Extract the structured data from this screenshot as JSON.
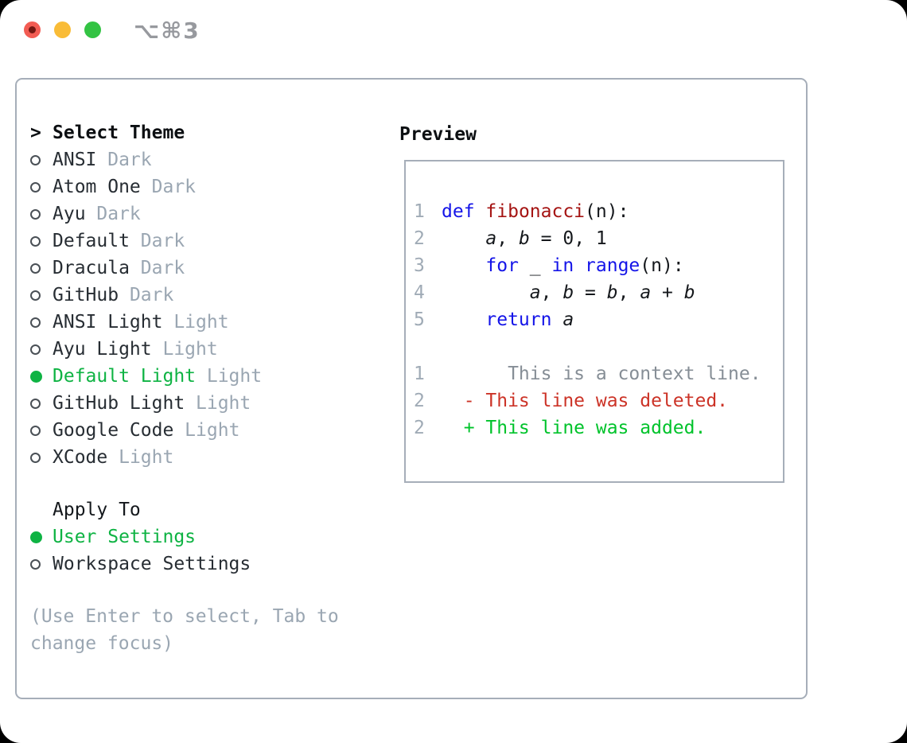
{
  "window": {
    "shortcut": "⌥⌘3"
  },
  "colors": {
    "border": "#a6aeb9",
    "green": "#0eb343",
    "muted": "#9aa6b2",
    "line_number": "#a0abb6",
    "keyword_blue": "#1414e8",
    "function_red": "#a51413",
    "diff_deleted_red": "#cc3327",
    "diff_added_green": "#00c32b",
    "diff_context_gray": "#868e96",
    "traffic_red": "#f25c53",
    "traffic_yellow": "#f9bc37",
    "traffic_green": "#33c343"
  },
  "theme_selector": {
    "pointer": ">",
    "header": "Select Theme",
    "items": [
      {
        "name": "ANSI",
        "variant": "Dark",
        "selected": false
      },
      {
        "name": "Atom One",
        "variant": "Dark",
        "selected": false
      },
      {
        "name": "Ayu",
        "variant": "Dark",
        "selected": false
      },
      {
        "name": "Default",
        "variant": "Dark",
        "selected": false
      },
      {
        "name": "Dracula",
        "variant": "Dark",
        "selected": false
      },
      {
        "name": "GitHub",
        "variant": "Dark",
        "selected": false
      },
      {
        "name": "ANSI Light",
        "variant": "Light",
        "selected": false
      },
      {
        "name": "Ayu Light",
        "variant": "Light",
        "selected": false
      },
      {
        "name": "Default Light",
        "variant": "Light",
        "selected": true
      },
      {
        "name": "GitHub Light",
        "variant": "Light",
        "selected": false
      },
      {
        "name": "Google Code",
        "variant": "Light",
        "selected": false
      },
      {
        "name": "XCode",
        "variant": "Light",
        "selected": false
      }
    ]
  },
  "apply_to": {
    "header": "Apply To",
    "items": [
      {
        "label": "User Settings",
        "selected": true
      },
      {
        "label": "Workspace Settings",
        "selected": false
      }
    ]
  },
  "help_text": "(Use Enter to select, Tab to change focus)",
  "preview": {
    "header": "Preview",
    "code_lines": [
      {
        "num": "1",
        "tokens": [
          {
            "t": "def",
            "c": "kw"
          },
          {
            "t": " ",
            "c": "plain"
          },
          {
            "t": "fibonacci",
            "c": "fn"
          },
          {
            "t": "(n):",
            "c": "plain"
          }
        ]
      },
      {
        "num": "2",
        "tokens": [
          {
            "t": "    ",
            "c": "plain"
          },
          {
            "t": "a",
            "c": "var"
          },
          {
            "t": ", ",
            "c": "plain"
          },
          {
            "t": "b",
            "c": "var"
          },
          {
            "t": " = 0, 1",
            "c": "plain"
          }
        ]
      },
      {
        "num": "3",
        "tokens": [
          {
            "t": "    ",
            "c": "plain"
          },
          {
            "t": "for",
            "c": "kw"
          },
          {
            "t": " _ ",
            "c": "plain"
          },
          {
            "t": "in",
            "c": "kw"
          },
          {
            "t": " ",
            "c": "plain"
          },
          {
            "t": "range",
            "c": "kw"
          },
          {
            "t": "(n):",
            "c": "plain"
          }
        ]
      },
      {
        "num": "4",
        "tokens": [
          {
            "t": "        ",
            "c": "plain"
          },
          {
            "t": "a",
            "c": "var"
          },
          {
            "t": ", ",
            "c": "plain"
          },
          {
            "t": "b",
            "c": "var"
          },
          {
            "t": " = ",
            "c": "plain"
          },
          {
            "t": "b",
            "c": "var"
          },
          {
            "t": ", ",
            "c": "plain"
          },
          {
            "t": "a",
            "c": "var"
          },
          {
            "t": " + ",
            "c": "plain"
          },
          {
            "t": "b",
            "c": "var"
          }
        ]
      },
      {
        "num": "5",
        "tokens": [
          {
            "t": "    ",
            "c": "plain"
          },
          {
            "t": "return",
            "c": "kw"
          },
          {
            "t": " ",
            "c": "plain"
          },
          {
            "t": "a",
            "c": "var"
          }
        ]
      }
    ],
    "diff_lines": [
      {
        "num": "1",
        "tokens": [
          {
            "t": "      This is a context line.",
            "c": "ctx"
          }
        ]
      },
      {
        "num": "2",
        "tokens": [
          {
            "t": "  - This line was deleted.",
            "c": "del"
          }
        ]
      },
      {
        "num": "2",
        "tokens": [
          {
            "t": "  + This line was added.",
            "c": "add"
          }
        ]
      }
    ]
  }
}
